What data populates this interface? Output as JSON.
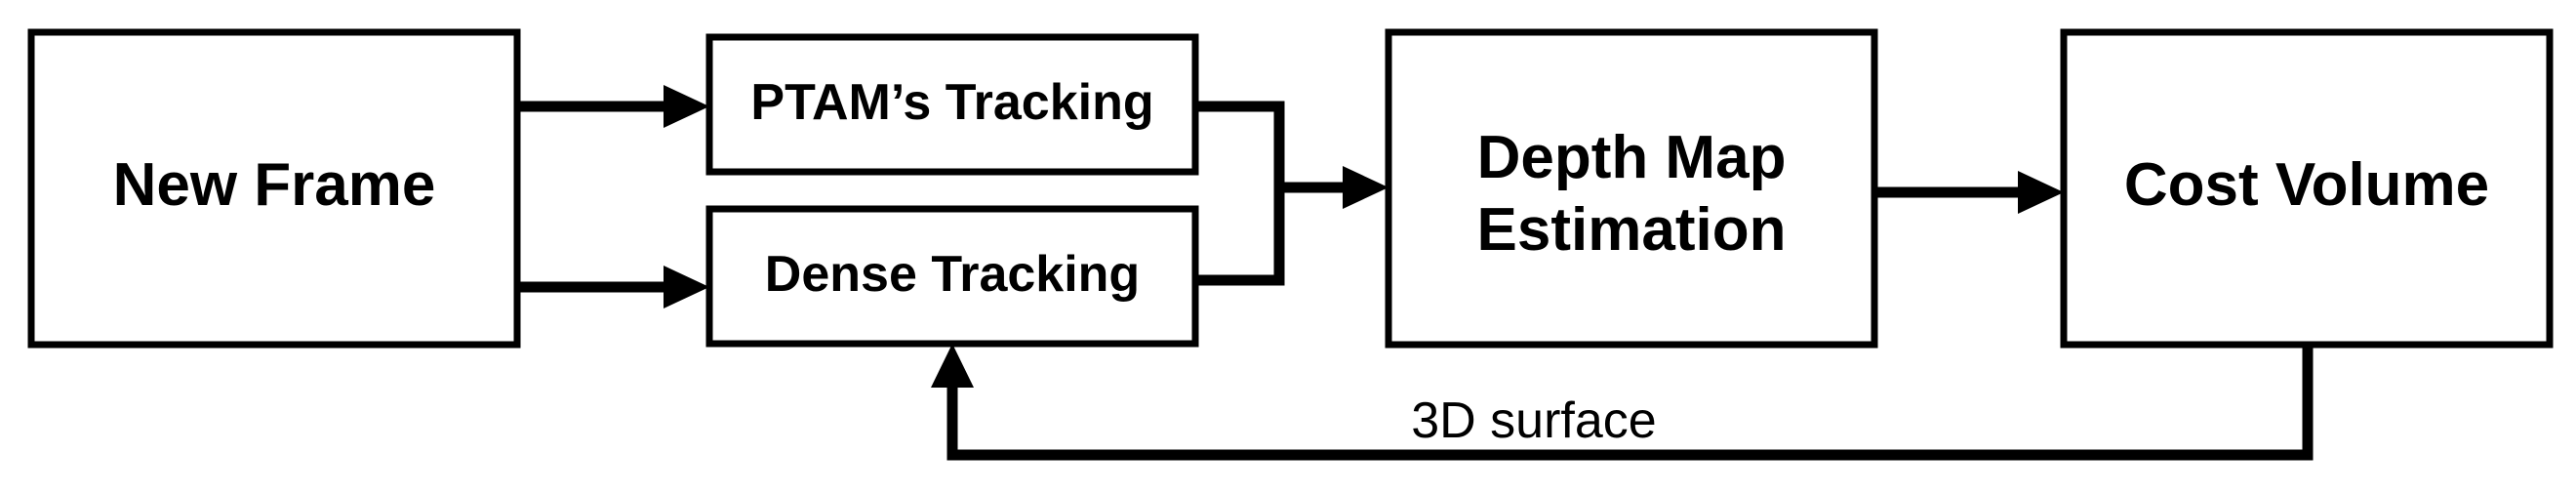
{
  "nodes": {
    "new_frame": "New Frame",
    "ptam_tracking": "PTAM’s Tracking",
    "dense_tracking": "Dense Tracking",
    "depth_map_line1": "Depth Map",
    "depth_map_line2": "Estimation",
    "cost_volume": "Cost Volume"
  },
  "edges": {
    "feedback_label": "3D surface"
  }
}
